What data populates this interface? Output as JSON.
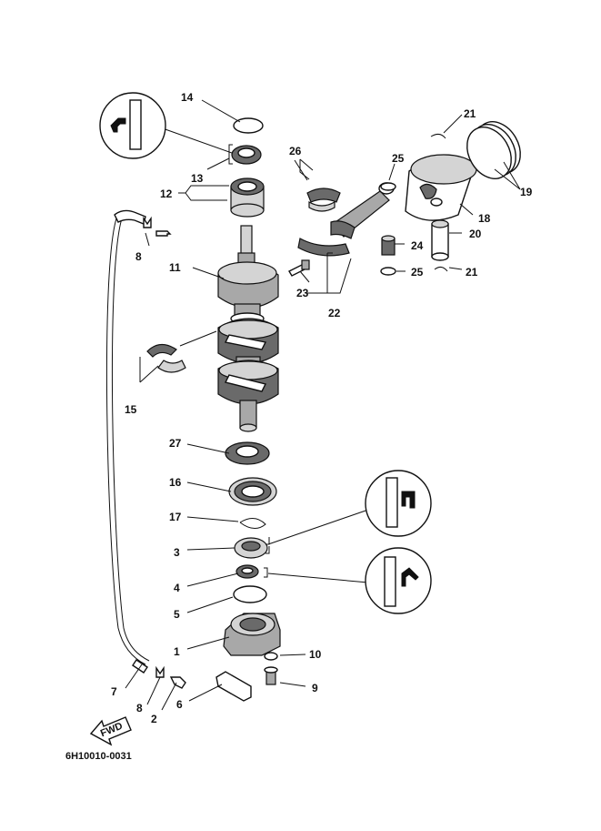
{
  "diagram": {
    "part_labels": {
      "p1": "1",
      "p2": "2",
      "p3": "3",
      "p4": "4",
      "p5": "5",
      "p6": "6",
      "p7": "7",
      "p8a": "8",
      "p8b": "8",
      "p9": "9",
      "p10": "10",
      "p11": "11",
      "p12": "12",
      "p13": "13",
      "p14": "14",
      "p15": "15",
      "p16": "16",
      "p17": "17",
      "p18": "18",
      "p19": "19",
      "p20": "20",
      "p21a": "21",
      "p21b": "21",
      "p22": "22",
      "p23": "23",
      "p24": "24",
      "p25a": "25",
      "p25b": "25",
      "p26": "26",
      "p27": "27"
    },
    "fwd_label": "FWD",
    "drawing_code": "6H10010-0031"
  }
}
